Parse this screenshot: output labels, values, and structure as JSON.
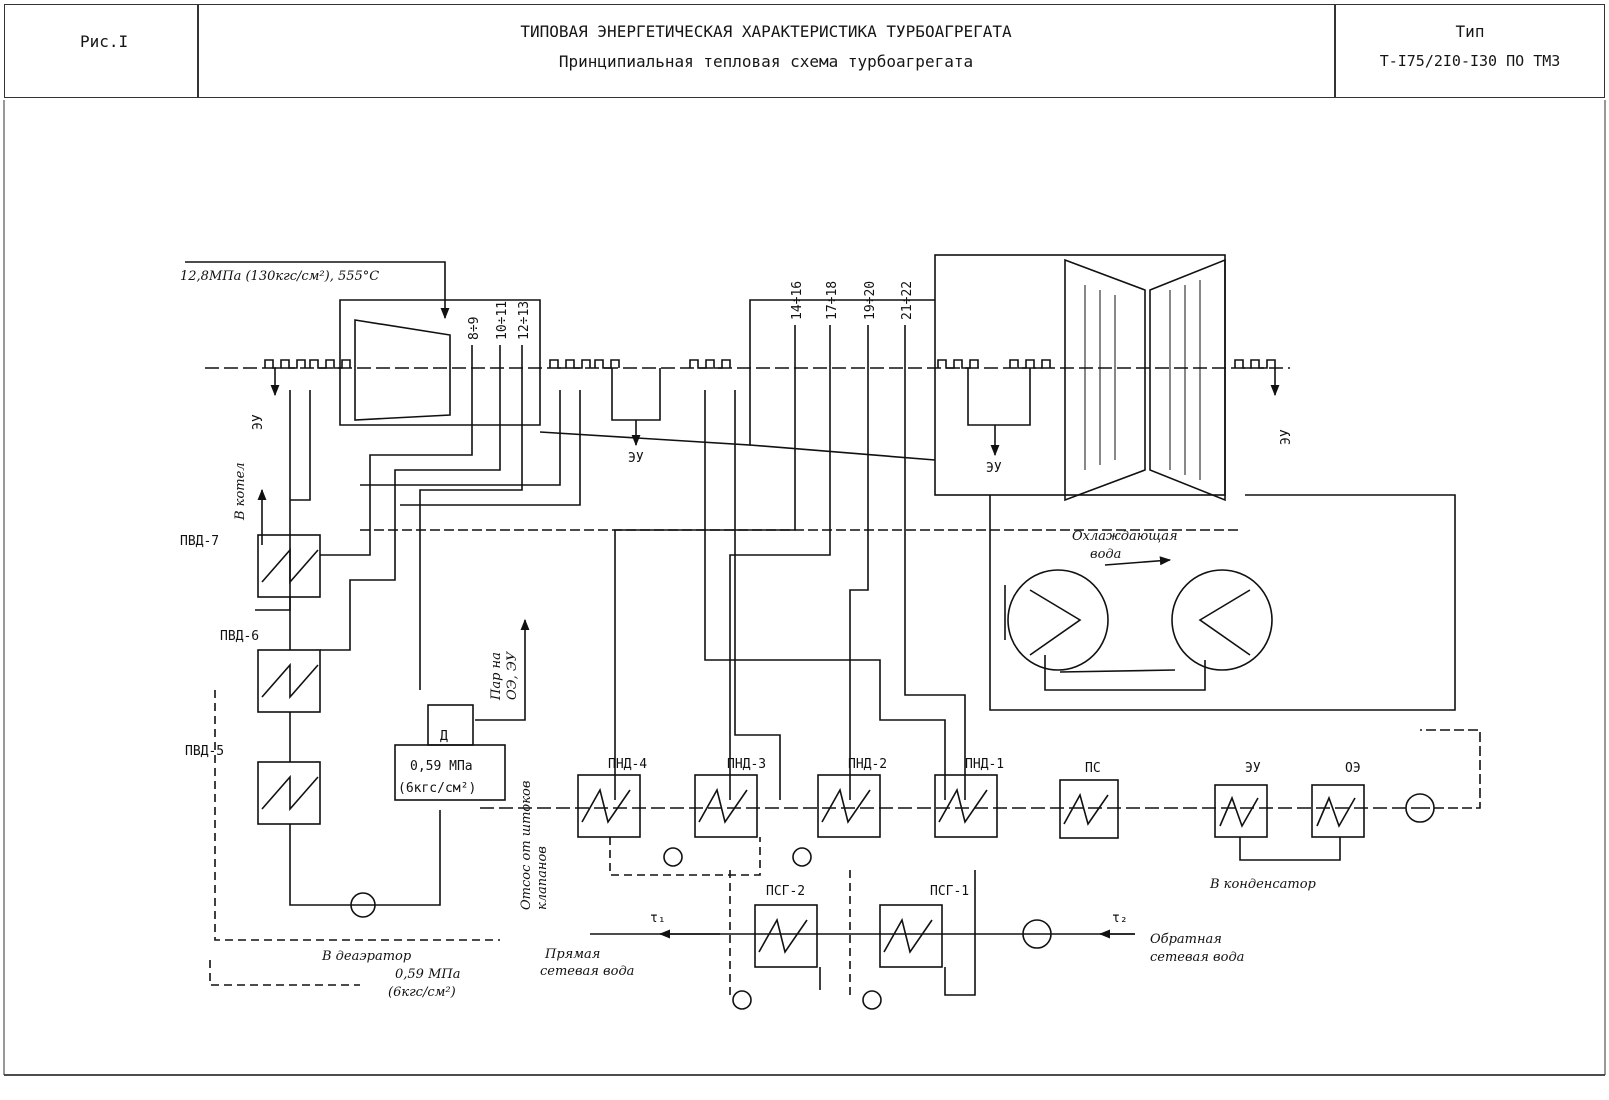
{
  "header": {
    "fig_label": "Рис.I",
    "title": "ТИПОВАЯ ЭНЕРГЕТИЧЕСКАЯ ХАРАКТЕРИСТИКА ТУРБОАГРЕГАТА",
    "subtitle": "Принципиальная тепловая схема турбоагрегата",
    "type_label": "Тип",
    "type_value": "Т-I75/2I0-I30 ПО ТМЗ"
  },
  "diagram": {
    "steam_params": "12,8МПа (130кгс/см²), 555°С",
    "extractions": [
      "8÷9",
      "10÷11",
      "12÷13",
      "14÷16",
      "17÷18",
      "19÷20",
      "21÷22"
    ],
    "ejector_labels": [
      "ЭУ",
      "ЭУ",
      "ЭУ",
      "ЭУ"
    ],
    "boiler_label": "В котел",
    "hp_heaters": [
      "ПВД-7",
      "ПВД-6",
      "ПВД-5"
    ],
    "deaerator_name": "Д",
    "deaerator_pressure": "0,59 МПа",
    "deaerator_pressure_kgs": "(6кгс/см²)",
    "steam_to_ejector": [
      "Пар на",
      "ОЭ, ЭУ"
    ],
    "stem_leakage": [
      "Отсос от штоков",
      "клапанов"
    ],
    "lp_heaters": [
      "ПНД-4",
      "ПНД-3",
      "ПНД-2",
      "ПНД-1"
    ],
    "ps_label": "ПС",
    "eu_label": "ЭУ",
    "oe_label": "ОЭ",
    "cooling_water": [
      "Охлаждающая",
      "вода"
    ],
    "to_condenser": "В конденсатор",
    "to_deaerator": "В деаэратор",
    "deaerator_pressure_bottom": "0,59 МПа",
    "deaerator_pressure_bottom_kgs": "(6кгс/см²)",
    "network_heaters": [
      "ПСГ-2",
      "ПСГ-1"
    ],
    "supply_temp": "τ₁",
    "return_temp": "τ₂",
    "supply_water": [
      "Прямая",
      "сетевая вода"
    ],
    "return_water": [
      "Обратная",
      "сетевая вода"
    ]
  }
}
